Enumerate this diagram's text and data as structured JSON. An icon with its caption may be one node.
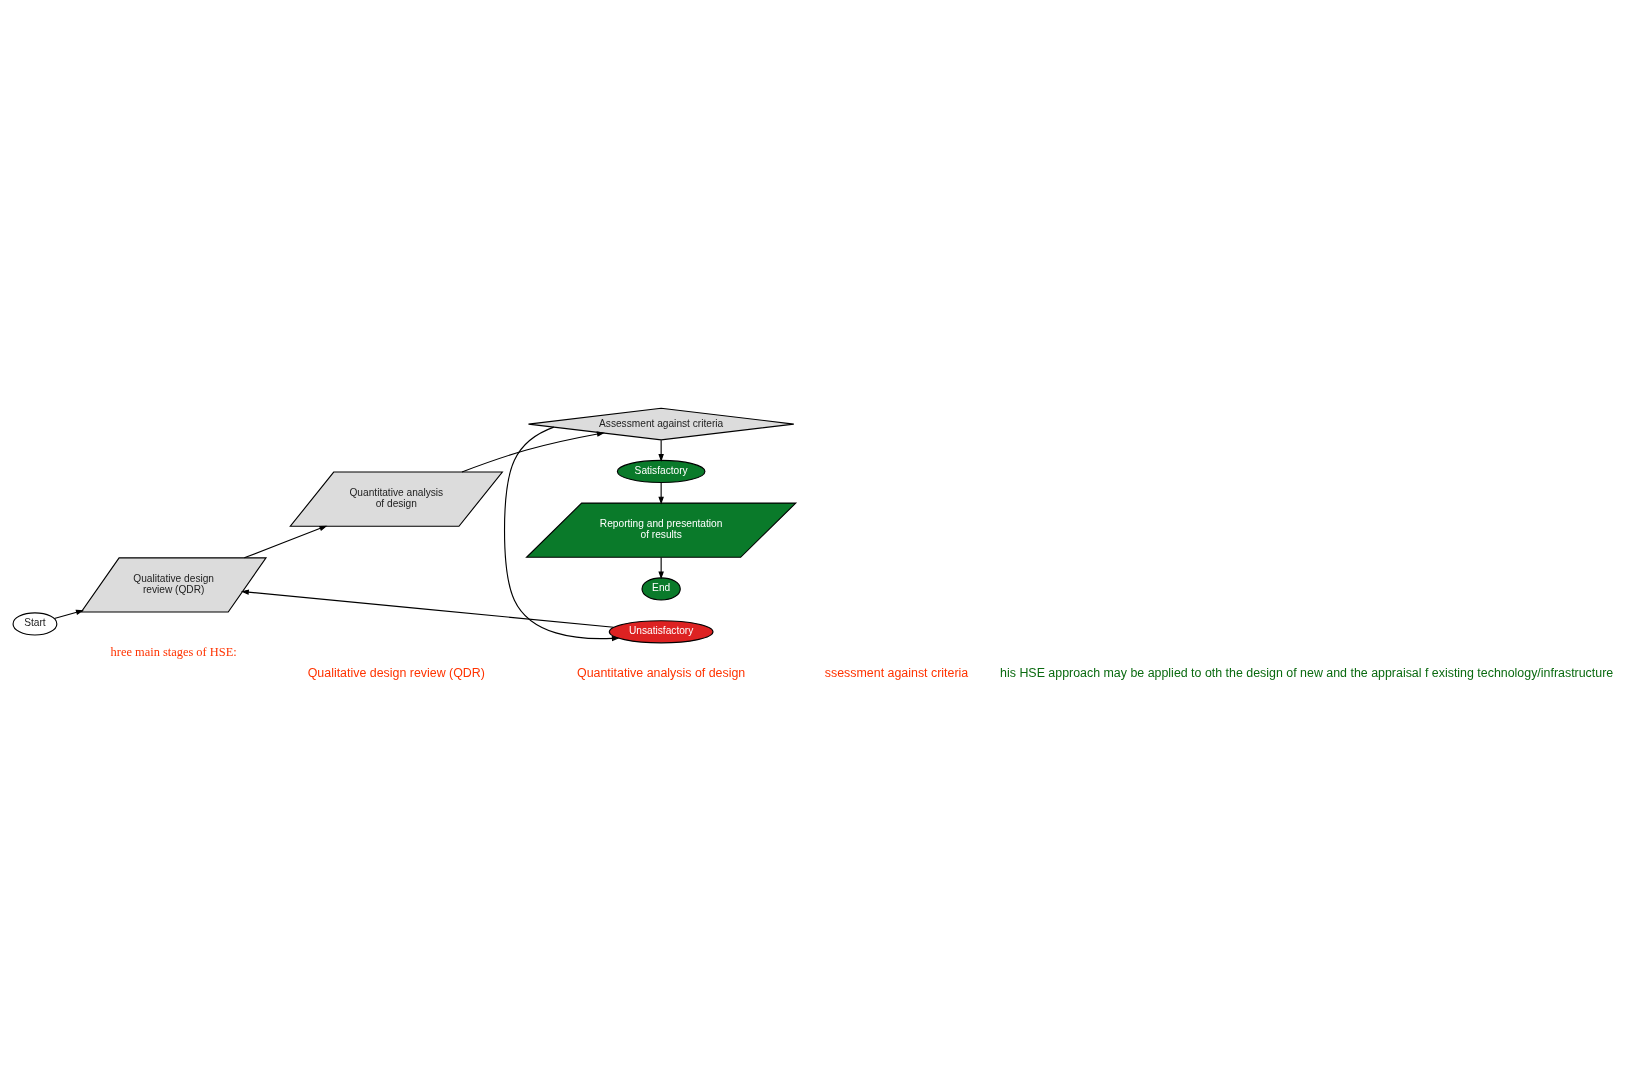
{
  "diagram": {
    "nodes": [
      {
        "text": [
          "Start"
        ]
      },
      {
        "text": [
          "Qualitative design review (QDR)"
        ]
      },
      {
        "text": [
          "Quantitative analysis of design"
        ]
      },
      {
        "text": [
          "Assessment against criteria"
        ]
      },
      {
        "text": [
          "Unsatisfactory"
        ]
      },
      {
        "text": [
          "Satisfactory"
        ]
      },
      {
        "text": [
          "Reporting and presentation of results"
        ]
      },
      {
        "text": [
          "End"
        ]
      }
    ],
    "edges": [
      {
        "from": 0,
        "to": 1,
        "arrow": "to"
      },
      {
        "from": 1,
        "to": 2,
        "arrow": "to"
      },
      {
        "from": 2,
        "to": 3,
        "arrow": "to"
      },
      {
        "from": 3,
        "to": 4,
        "arrow": "to"
      },
      {
        "from": 4,
        "to": 1,
        "arrow": "to"
      },
      {
        "from": 3,
        "to": 5,
        "arrow": "to"
      },
      {
        "from": 5,
        "to": 6,
        "arrow": "to"
      },
      {
        "from": 6,
        "to": 7,
        "arrow": "to"
      }
    ],
    "labels": [
      "hree main stages of HSE:",
      "Qualitative design review (QDR)",
      "Quantitative analysis of design",
      "ssessment against criteria",
      "his HSE approach may be applied to oth the design of new and the appraisal f existing technology/infrastructure"
    ]
  }
}
